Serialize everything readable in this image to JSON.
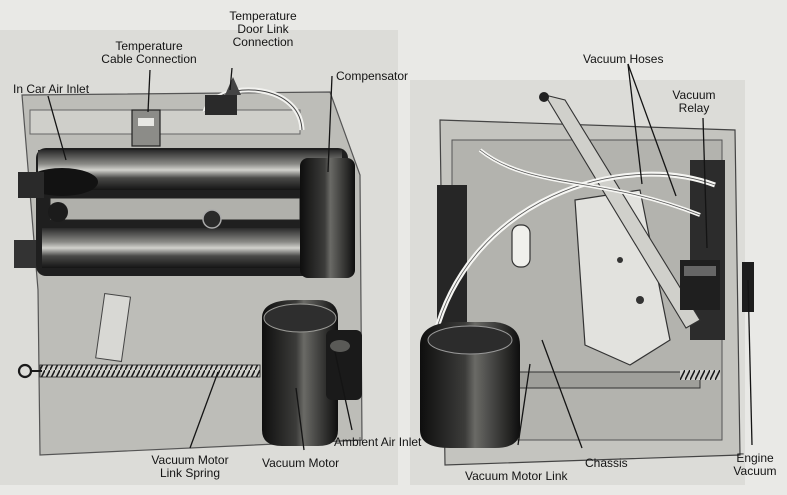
{
  "labels": {
    "temperature_door_link_connection": [
      "Temperature",
      "Door Link",
      "Connection"
    ],
    "temperature_cable_connection": [
      "Temperature",
      "Cable Connection"
    ],
    "in_car_air_inlet": "In Car Air Inlet",
    "compensator": "Compensator",
    "vacuum_hoses": "Vacuum Hoses",
    "vacuum_relay": [
      "Vacuum",
      "Relay"
    ],
    "ambient_air_inlet": "Ambient Air Inlet",
    "vacuum_motor_link_spring": [
      "Vacuum Motor",
      "Link Spring"
    ],
    "vacuum_motor": "Vacuum Motor",
    "vacuum_motor_link": "Vacuum Motor Link",
    "chassis": "Chassis",
    "engine_vacuum": [
      "Engine",
      "Vacuum"
    ]
  },
  "icons": {
    "left_photo": "blower-compensator-assembly-illustration",
    "right_photo": "chassis-vacuum-relay-illustration"
  },
  "colors": {
    "paper": "#e9e9e6",
    "ink": "#141414",
    "dark_part": "#1a1a1a",
    "metal": "#b9b9b4"
  }
}
